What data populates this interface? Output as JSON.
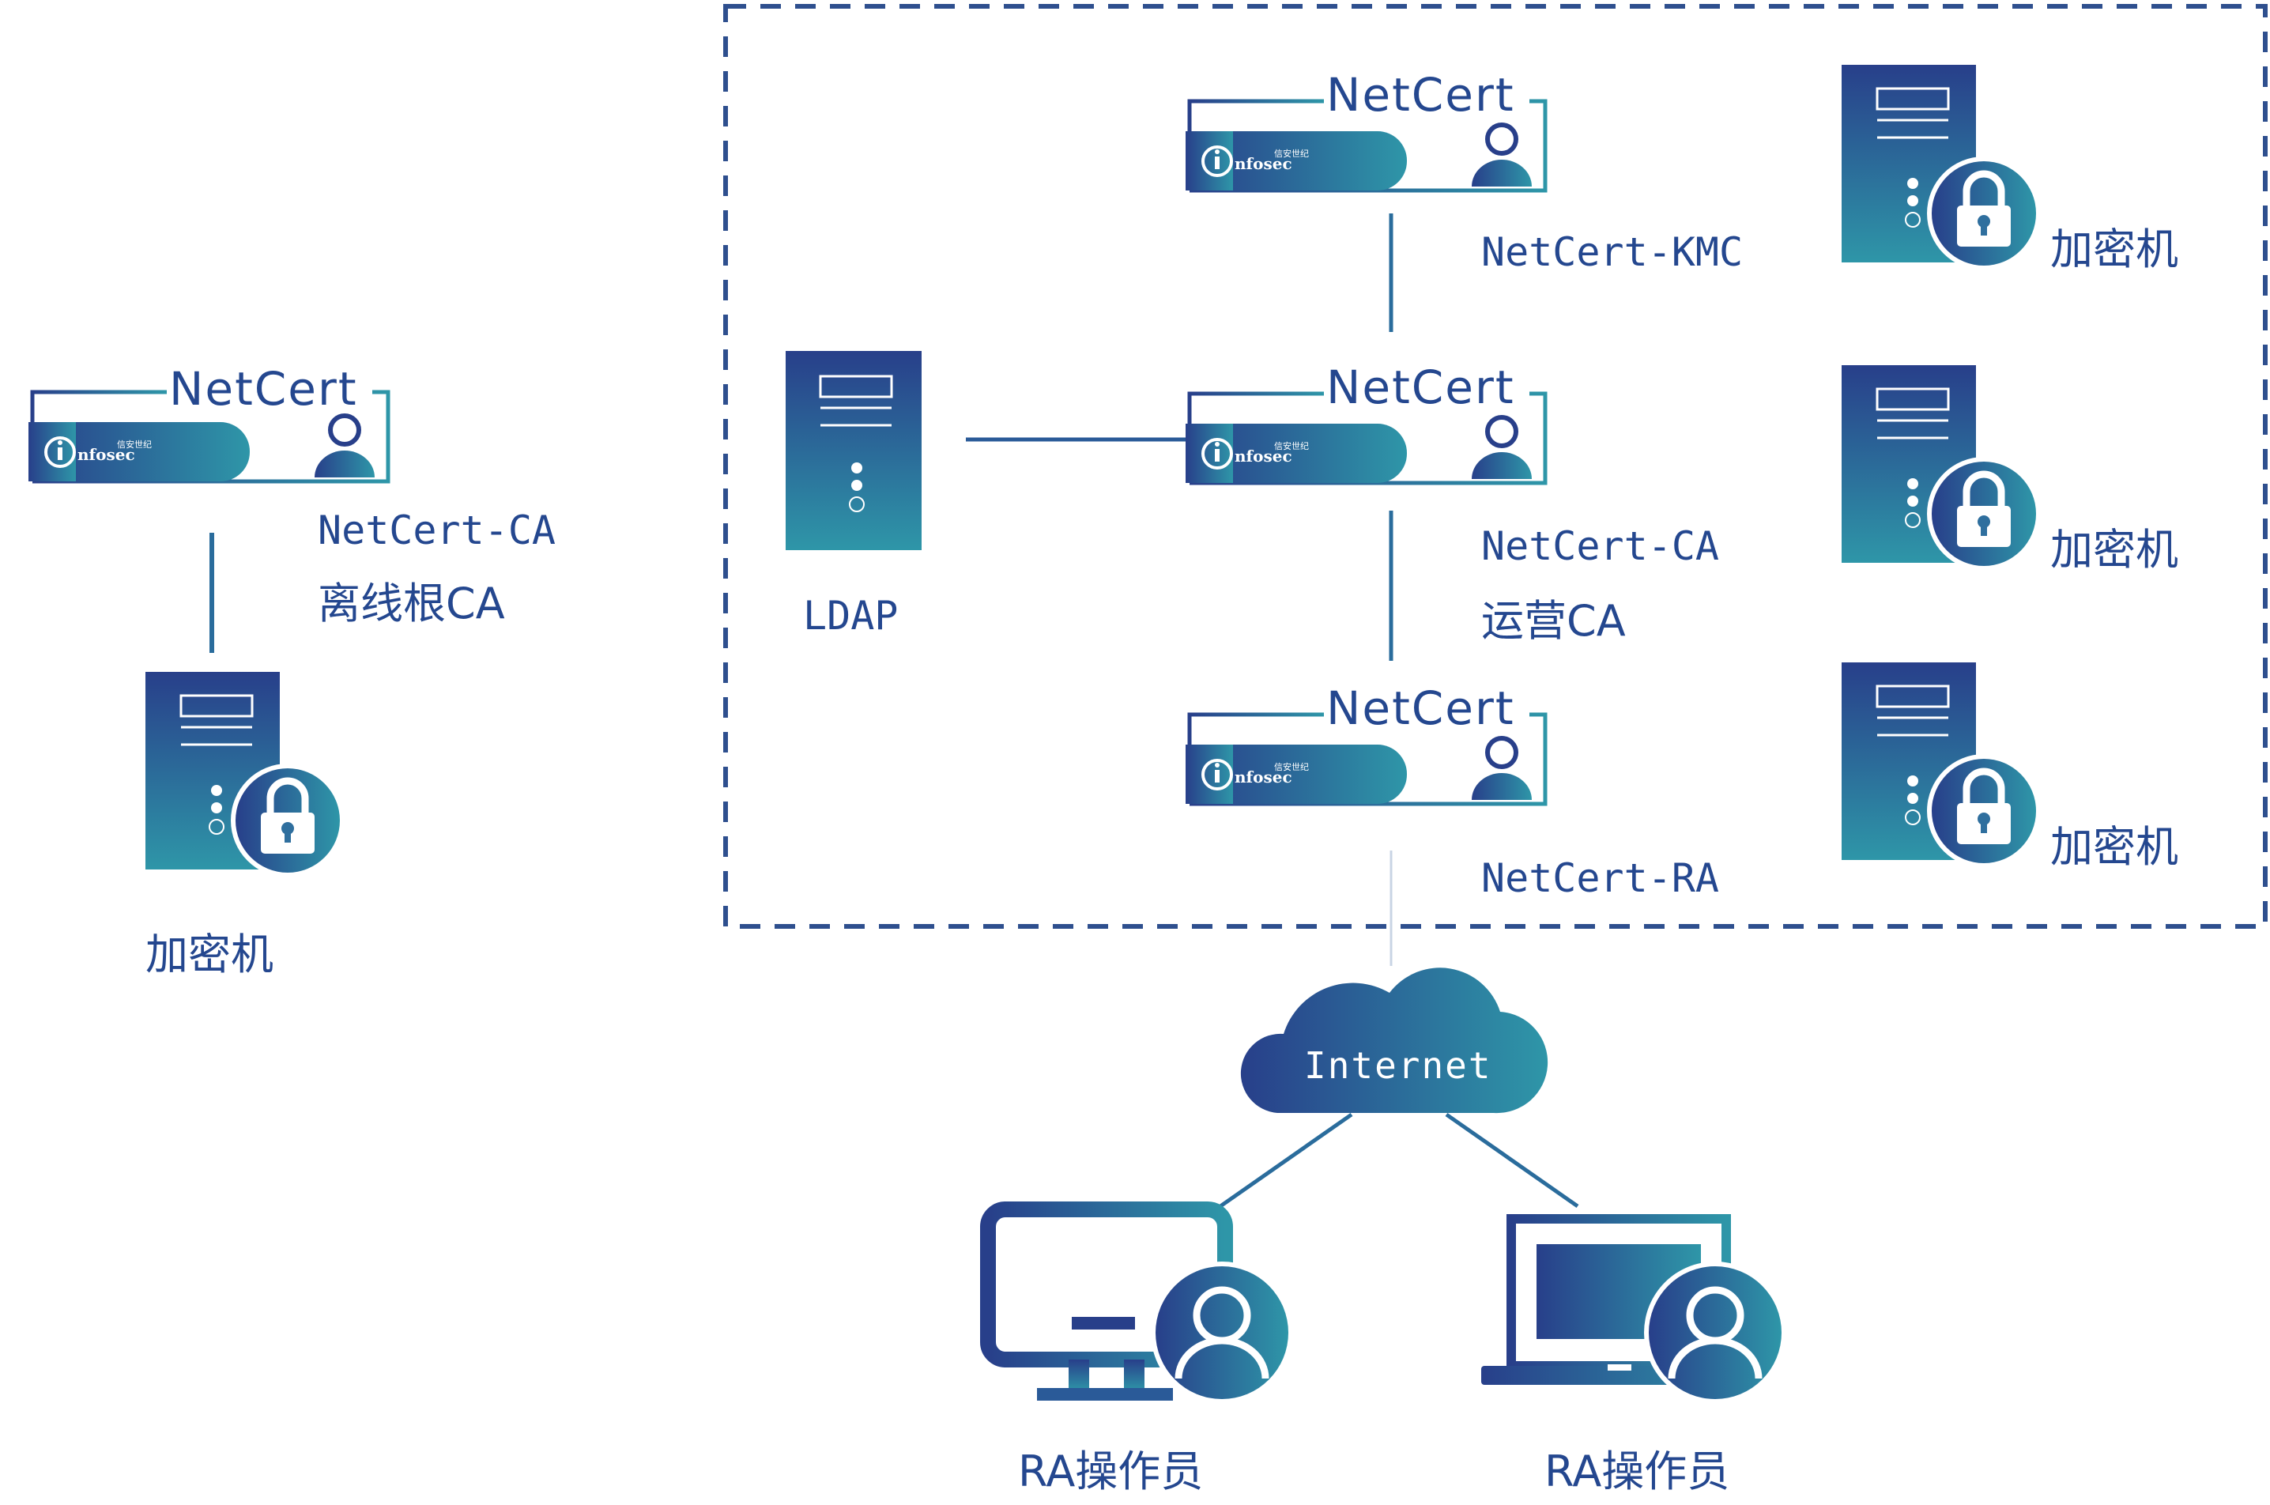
{
  "offline_root": {
    "brand": "NetCert",
    "logo": "nfosec",
    "logo_cn": "信安世纪",
    "name": "NetCert-CA",
    "role": "离线根CA",
    "hsm_label": "加密机"
  },
  "ldap": {
    "label": "LDAP"
  },
  "kmc": {
    "brand": "NetCert",
    "logo": "nfosec",
    "logo_cn": "信安世纪",
    "name": "NetCert-KMC",
    "hsm_label": "加密机"
  },
  "ca": {
    "brand": "NetCert",
    "logo": "nfosec",
    "logo_cn": "信安世纪",
    "name": "NetCert-CA",
    "role": "运营CA",
    "hsm_label": "加密机"
  },
  "ra": {
    "brand": "NetCert",
    "logo": "nfosec",
    "logo_cn": "信安世纪",
    "name": "NetCert-RA",
    "hsm_label": "加密机"
  },
  "cloud": {
    "label": "Internet"
  },
  "operators": [
    {
      "label": "RA操作员",
      "device": "desktop-monitor"
    },
    {
      "label": "RA操作员",
      "device": "laptop"
    }
  ],
  "colors": {
    "dark_blue": "#283f8a",
    "teal": "#2e96a8",
    "text": "#24478f"
  }
}
